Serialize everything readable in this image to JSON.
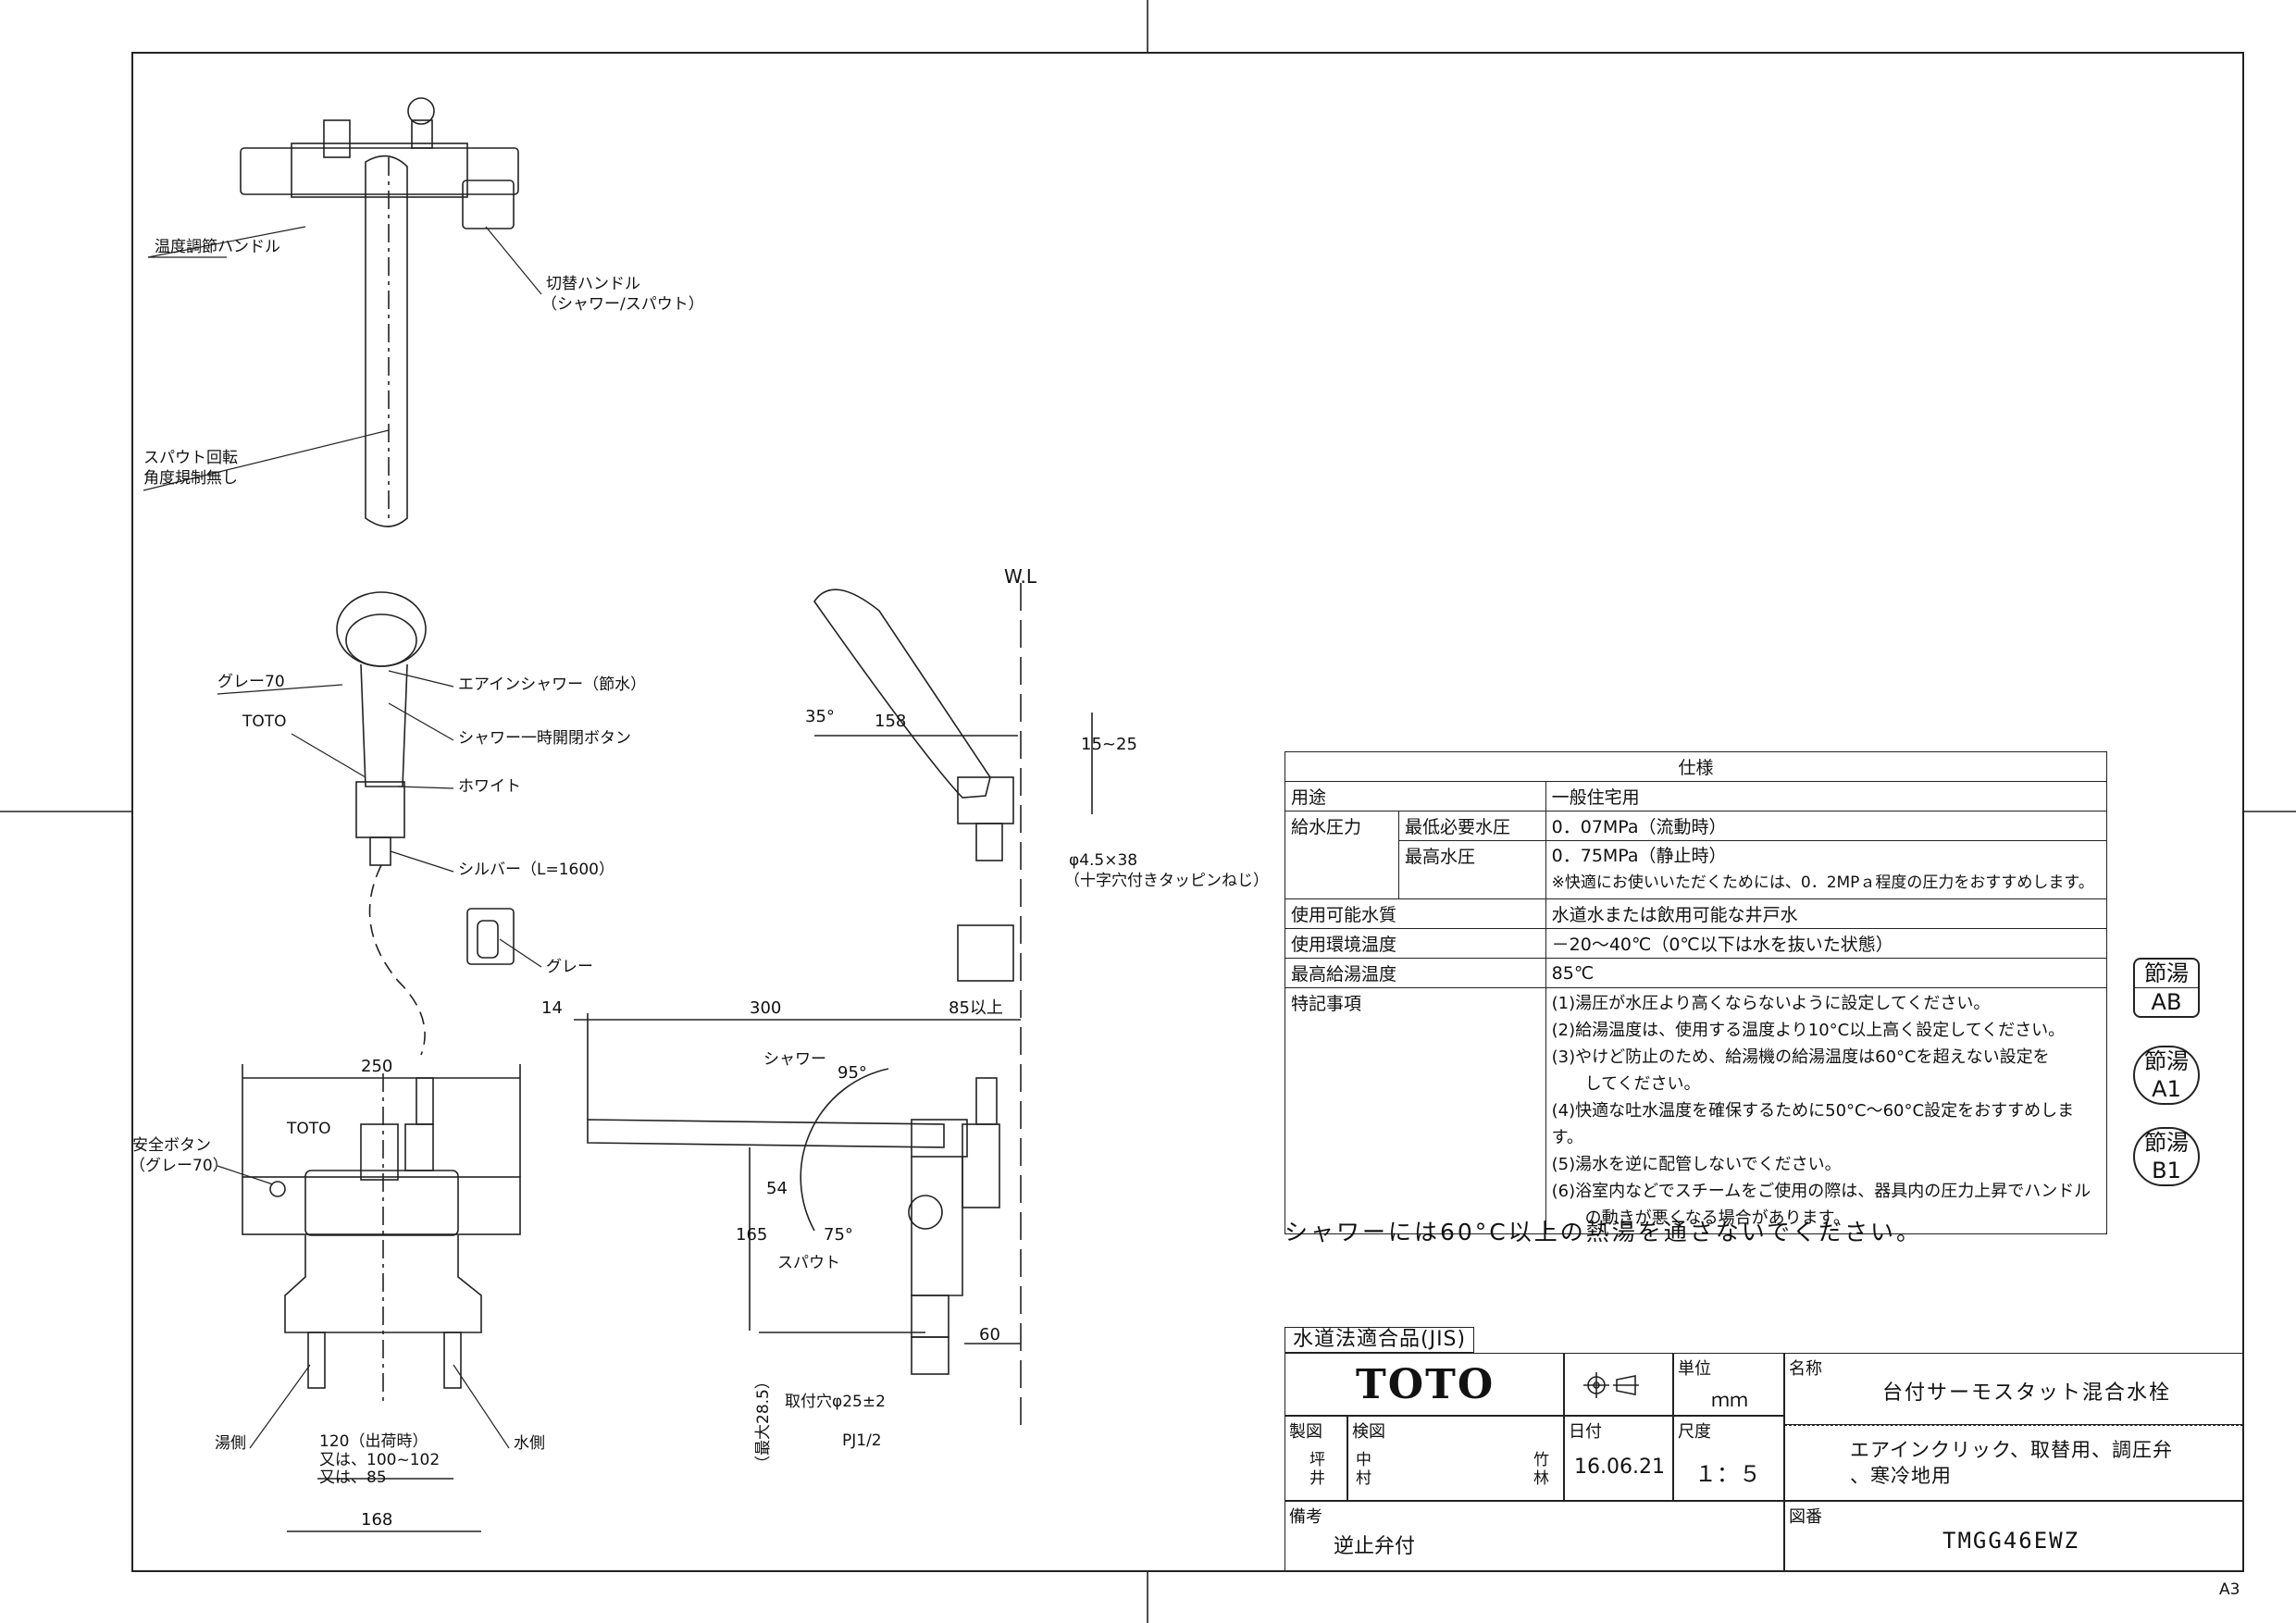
{
  "labels": {
    "temp_handle": "温度調節ハンドル",
    "switch_handle_1": "切替ハンドル",
    "switch_handle_2": "（シャワー/スパウト）",
    "spout_rot_1": "スパウト回転",
    "spout_rot_2": "角度規制無し",
    "grey70": "グレー70",
    "toto": "TOTO",
    "air_in_shower": "エアインシャワー（節水）",
    "shower_button": "シャワー一時開閉ボタン",
    "white": "ホワイト",
    "silver": "シルバー（L=1600）",
    "grey": "グレー",
    "safety_button_1": "安全ボタン",
    "safety_button_2": "（グレー70）",
    "hot_side": "湯側",
    "cold_side": "水側",
    "shower": "シャワー",
    "spout": "スパウト",
    "wl": "W.L",
    "screw_1": "φ4.5×38",
    "screw_2": "（十字穴付きタッピンねじ）",
    "mount_hole": "取付穴φ25±2",
    "pj": "PJ1/2",
    "max_28": "（最大28.5）",
    "spacing_1": "120（出荷時）",
    "spacing_2": "又は、100~102",
    "spacing_3": "又は、85"
  },
  "dims": {
    "d250": "250",
    "d168": "168",
    "d14": "14",
    "d300": "300",
    "d85": "85以上",
    "d54": "54",
    "d165": "165",
    "d60": "60",
    "d158": "158",
    "d15_25": "15~25",
    "a35": "35°",
    "a95": "95°",
    "a75": "75°"
  },
  "spec": {
    "title": "仕様",
    "rows": {
      "use_k": "用途",
      "use_v": "一般住宅用",
      "press_k": "給水圧力",
      "min_k": "最低必要水圧",
      "min_v": "0．07MPa（流動時）",
      "max_k": "最高水圧",
      "max_v": "0．75MPa（静止時）",
      "press_note": "※快適にお使いいただくためには、0．2MPａ程度の圧力をおすすめします。",
      "water_k": "使用可能水質",
      "water_v": "水道水または飲用可能な井戸水",
      "env_k": "使用環境温度",
      "env_v": "－20～40℃（0℃以下は水を抜いた状態）",
      "hot_k": "最高給湯温度",
      "hot_v": "85℃",
      "notes_k": "特記事項"
    },
    "notes": [
      "(1)湯圧が水圧より高くならないように設定してください。",
      "(2)給湯温度は、使用する温度より10°C以上高く設定してください。",
      "(3)やけど防止のため、給湯機の給湯温度は60°Cを超えない設定を",
      "　　してください。",
      "(4)快適な吐水温度を確保するために50°C～60°C設定をおすすめします。",
      "(5)湯水を逆に配管しないでください。",
      "(6)浴室内などでスチームをご使用の際は、器具内の圧力上昇でハンドル",
      "　　の動きが悪くなる場合があります。"
    ]
  },
  "warning": "シャワーには60°C以上の熱湯を通さないでください。",
  "badges": {
    "b1_top": "節湯",
    "b1_bot": "AB",
    "b2_top": "節湯",
    "b2_bot": "A1",
    "b3_top": "節湯",
    "b3_bot": "B1"
  },
  "titleblock": {
    "jis": "水道法適合品(JIS)",
    "logo": "TOTO",
    "unit_label": "単位",
    "unit_value": "ｍｍ",
    "name_label": "名称",
    "name_value": "台付サーモスタット混合水栓",
    "sub_1": "エアインクリック、取替用、調圧弁",
    "sub_2": "、寒冷地用",
    "made_label": "製図",
    "made_1": "坪",
    "made_2": "井",
    "check_label": "検図",
    "check_1": "中",
    "check_2": "村",
    "check_3": "竹",
    "check_4": "林",
    "date_label": "日付",
    "date_value": "16.06.21",
    "scale_label": "尺度",
    "scale_value": "１：５",
    "remarks_label": "備考",
    "remarks_value": "逆止弁付",
    "dwg_label": "図番",
    "dwg_value": "TMGG46EWZ"
  },
  "sheet_size": "A3"
}
